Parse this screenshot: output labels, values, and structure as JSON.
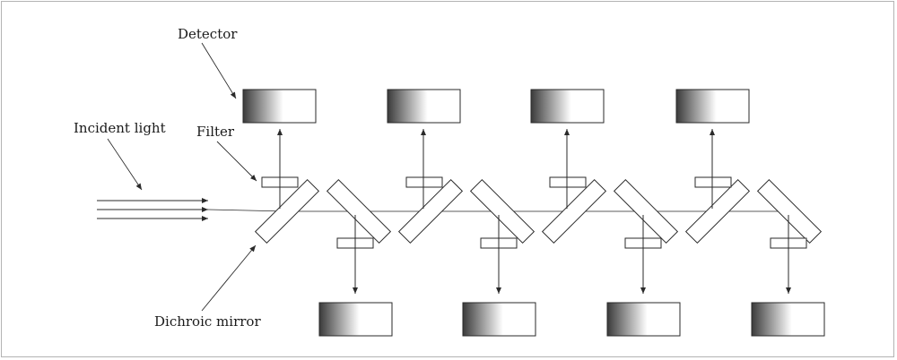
{
  "labels": {
    "detector": "Detector",
    "incident_light": "Incident light",
    "filter": "Filter",
    "dichroic_mirror": "Dichroic mirror"
  },
  "colors": {
    "frame": "#b3b3b3",
    "stroke": "#2a2a2a",
    "detector_dark": "#3a3a3a",
    "detector_light": "#ffffff"
  },
  "stage_count": 4
}
